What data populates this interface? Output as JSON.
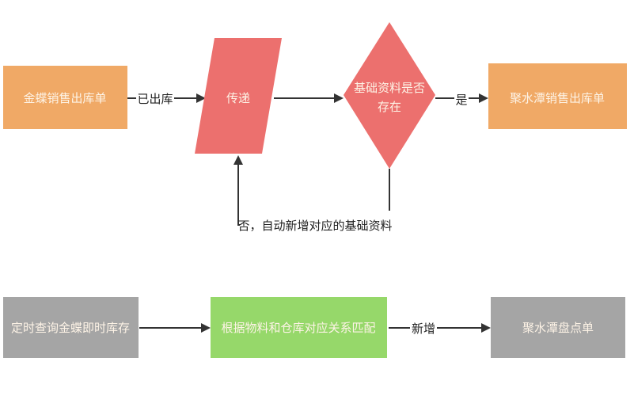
{
  "diagram": {
    "colors": {
      "orange": "#f0a966",
      "red": "#ec706e",
      "gray": "#a5a5a5",
      "green": "#96d86a",
      "edge": "#333333",
      "node_text": "#fdf3e6"
    },
    "nodes": {
      "kingdee_sales_out": {
        "label": "金蝶销售出库单",
        "shape": "rectangle",
        "color": "orange"
      },
      "transfer": {
        "label": "传递",
        "shape": "parallelogram",
        "color": "red"
      },
      "basic_data_check": {
        "label_line1": "基础资料是否",
        "label_line2": "存在",
        "shape": "diamond",
        "color": "red"
      },
      "jushuitan_sales_out": {
        "label": "聚水潭销售出库单",
        "shape": "rectangle",
        "color": "orange"
      },
      "timed_query_stock": {
        "label": "定时查询金蝶即时库存",
        "shape": "rectangle",
        "color": "gray"
      },
      "match_material_warehouse": {
        "label": "根据物料和仓库对应关系匹配",
        "shape": "rectangle",
        "color": "green"
      },
      "jushuitan_stocktake": {
        "label": "聚水潭盘点单",
        "shape": "rectangle",
        "color": "gray"
      }
    },
    "edges": {
      "shipped": {
        "from": "kingdee_sales_out",
        "to": "transfer",
        "label": "已出库"
      },
      "transfer_to_check": {
        "from": "transfer",
        "to": "basic_data_check",
        "label": ""
      },
      "yes": {
        "from": "basic_data_check",
        "to": "jushuitan_sales_out",
        "label": "是"
      },
      "no_auto_add": {
        "from": "basic_data_check",
        "to": "transfer",
        "label": "否，自动新增对应的基础资料"
      },
      "query_to_match": {
        "from": "timed_query_stock",
        "to": "match_material_warehouse",
        "label": ""
      },
      "add_new": {
        "from": "match_material_warehouse",
        "to": "jushuitan_stocktake",
        "label": "新增"
      }
    }
  }
}
